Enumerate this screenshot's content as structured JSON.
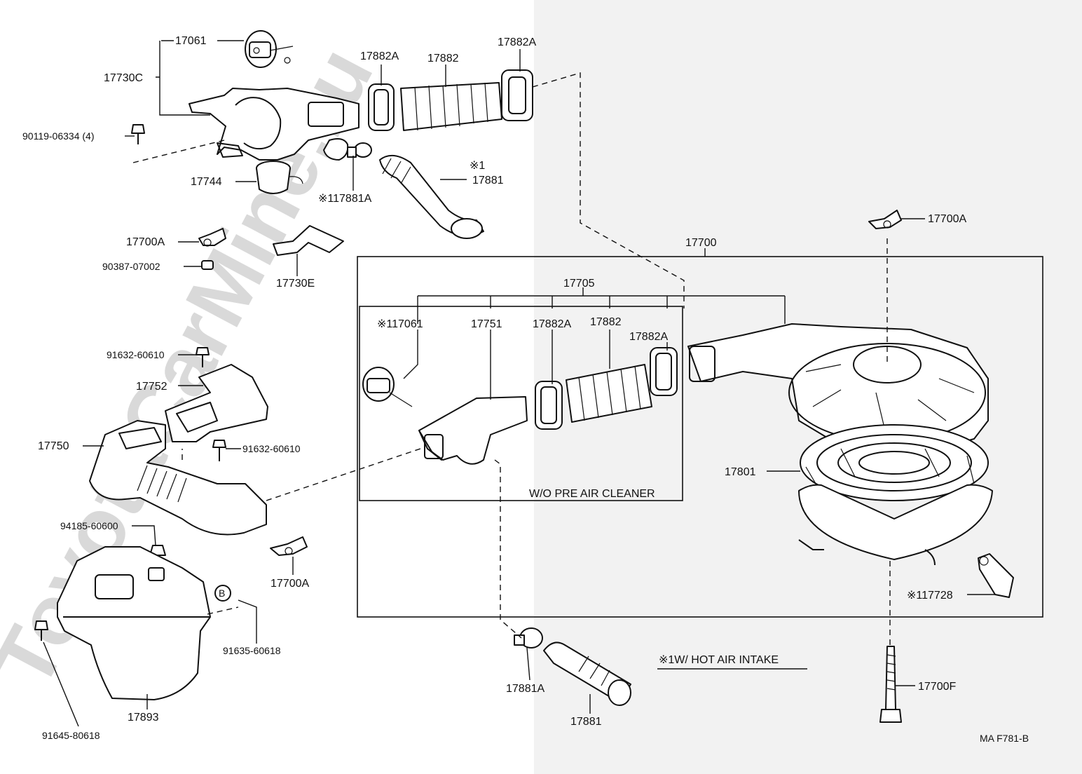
{
  "watermark": "ToyotaCarMine.ru",
  "note": "※1W/ HOT AIR INTAKE",
  "diagram_code": "MA  F781-B",
  "group_label": "W/O PRE AIR CLEANER",
  "b_marker": "B",
  "labels": {
    "p17061": "17061",
    "p17730C": "17730C",
    "p90119": "90119-06334 (4)",
    "p17744": "17744",
    "p17881A_top": "※117881A",
    "p17882A_1": "17882A",
    "p17882": "17882",
    "p17882A_2": "17882A",
    "p1_mark": "※1",
    "p17881_top": "17881",
    "p17700A_left": "17700A",
    "p90387": "90387-07002",
    "p17730E": "17730E",
    "p17700": "17700",
    "p17700A_right": "17700A",
    "p17705": "17705",
    "p17061_inner": "※117061",
    "p17751": "17751",
    "p17882A_in1": "17882A",
    "p17882_in": "17882",
    "p17882A_in2": "17882A",
    "p91632_a": "91632-60610",
    "p17752": "17752",
    "p17750": "17750",
    "p91632_b": "91632-60610",
    "p17801": "17801",
    "p94185": "94185-60600",
    "p17700A_mid": "17700A",
    "p91635": "91635-60618",
    "p17728": "※117728",
    "p17893": "17893",
    "p17881A_bot": "17881A",
    "p17881_bot": "17881",
    "p17700F": "17700F",
    "p91645": "91645-80618"
  }
}
